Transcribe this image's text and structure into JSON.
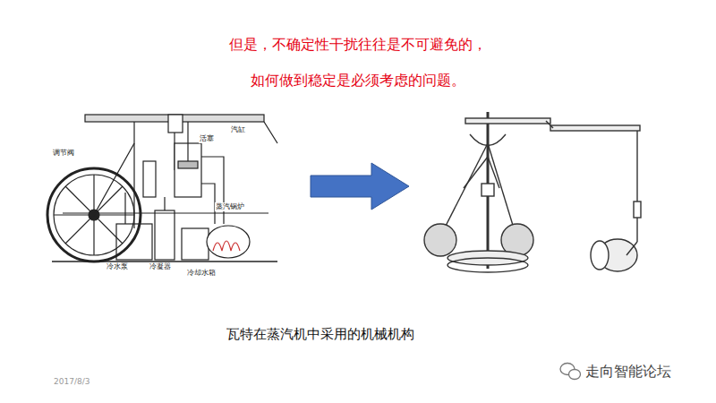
{
  "diagram": {
    "title": "但是，不确定性干扰往往是不可避免的， 如何做到稳定是必须考虑的问题。",
    "caption": "瓦特在蒸汽机中采用的机械机构",
    "labels": [
      "调节阀",
      "活塞",
      "汽缸",
      "蒸汽锅炉",
      "冷水泵",
      "冷凝器",
      "冷却水箱",
      "2017/8/3",
      "走向智能论坛"
    ]
  }
}
